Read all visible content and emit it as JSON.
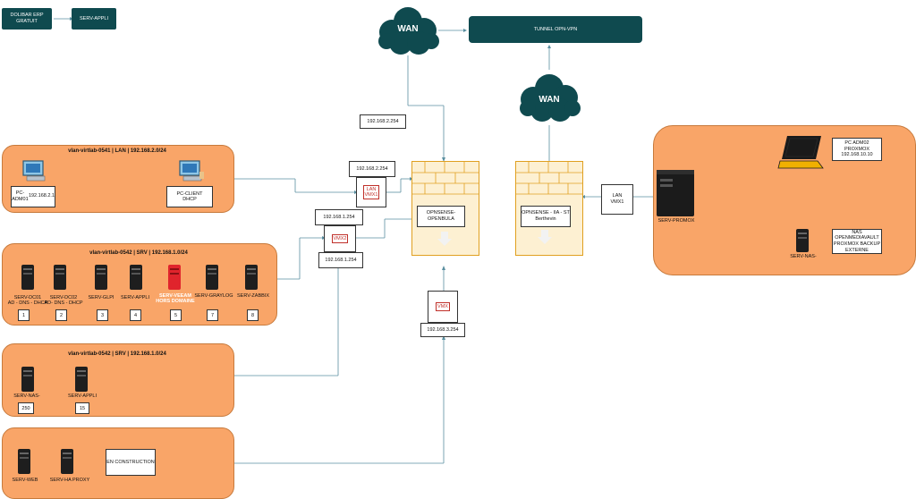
{
  "top_left": {
    "dolibarr": "DOLIBAR ERP\nGRATUIT",
    "serv_appli": "SERV-APPLI"
  },
  "wan_top": "WAN",
  "wan_right": "WAN",
  "tunnel": "TUNNEL OPN-VPN",
  "ip_wan": "192.168.2.254",
  "lan_panel": {
    "title": "vlan-virtlab-0541 | LAN | 192.168.2.0/24",
    "pc_adm": {
      "name": "PC-ADM01",
      "ip": "192.168.2.1"
    },
    "pc_client": {
      "name": "PC-CLIENT",
      "ip": "DHCP"
    }
  },
  "srv_panel": {
    "title": "vlan-virtlab-0542 |  SRV | 192.168.1.0/24",
    "servers": [
      {
        "name": "SERV-DC01\nAD - DNS - DHCP",
        "num": "1"
      },
      {
        "name": "SERV-DC02\nAD- DNS - DHCP",
        "num": "2"
      },
      {
        "name": "SERV-GLPI",
        "num": "3"
      },
      {
        "name": "SERV-APPLI",
        "num": "4"
      },
      {
        "name": "SERV-VEEAM\nHORS DOMAINE",
        "num": "5"
      },
      {
        "name": "SERV-GRAYLOG",
        "num": "7"
      },
      {
        "name": "SERV-ZABBIX",
        "num": "8"
      }
    ]
  },
  "srv2_panel": {
    "title": "vlan-virtlab-0542 |  SRV | 192.168.1.0/24",
    "servers": [
      {
        "name": "SERV-NAS-",
        "num": "250"
      },
      {
        "name": "SERV-APPLI",
        "num": "15"
      }
    ]
  },
  "dmz_panel": {
    "servers": [
      {
        "name": "SERV-WEB"
      },
      {
        "name": "SERV-HA PROXY"
      }
    ],
    "construction": "EN CONSTRUCTION"
  },
  "interfaces": {
    "lan_ip": "192.168.2.254",
    "lan_label": "LAN\nVMX1",
    "srv_ip_top": "192.168.1.254",
    "srv_label": "VMX2",
    "srv_ip_bottom": "192.168.1.254",
    "dmz_label": "VMX",
    "dmz_ip": "192.168.3.254"
  },
  "fw_left": "OPNSENSE-\nOPENBULA",
  "fw_right": "OPNSENSE - IIA - ST\nBerthevin",
  "lan_vmx1": "LAN\nVMX1",
  "proxmox_panel": {
    "server": "SERV-PROMOX",
    "pc_adm02": "PC ADM02\nPROXMOX\n192.168.10.10",
    "nas_name": "SERV-NAS-",
    "nas_box": "NAS\nOPENMEDIAVAULT\nPROXMOX BACKUP\nEXTERNE"
  },
  "colors": {
    "panel": "#f9a568",
    "teal": "#0f4a4f",
    "line": "#5a8fa0",
    "firewall": "#fdf0d2"
  }
}
